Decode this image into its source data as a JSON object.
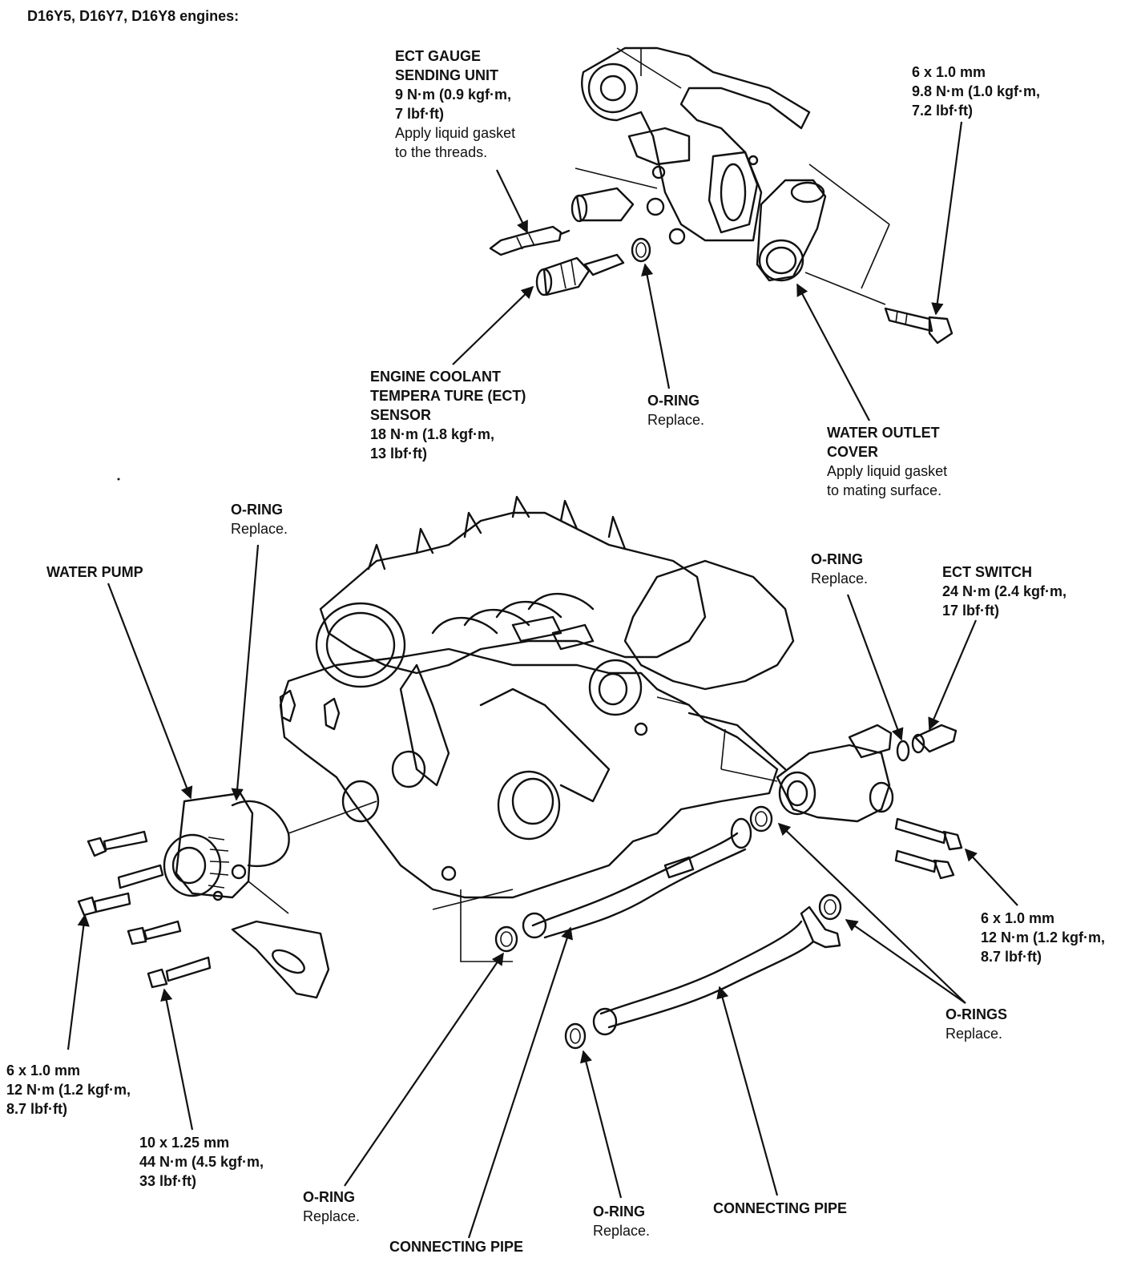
{
  "title": "D16Y5, D16Y7, D16Y8 engines:",
  "labels": {
    "ect_gauge": {
      "name_lines": [
        "ECT GAUGE",
        "SENDING UNIT"
      ],
      "spec_lines": [
        "9 N·m (0.9 kgf·m,",
        "7 lbf·ft)"
      ],
      "note_lines": [
        "Apply liquid gasket",
        "to the threads."
      ]
    },
    "bolt_top_right": {
      "spec_lines": [
        "6 x 1.0 mm",
        "9.8 N·m (1.0 kgf·m,",
        "7.2 lbf·ft)"
      ]
    },
    "ect_sensor": {
      "name_lines": [
        "ENGINE COOLANT",
        "TEMPERA TURE (ECT)",
        "SENSOR"
      ],
      "spec_lines": [
        "18 N·m (1.8 kgf·m,",
        "13 lbf·ft)"
      ]
    },
    "oring_top": {
      "name": "O-RING",
      "note": "Replace."
    },
    "water_outlet_cover": {
      "name_lines": [
        "WATER OUTLET",
        "COVER"
      ],
      "note_lines": [
        "Apply liquid gasket",
        "to mating surface."
      ]
    },
    "oring_pump": {
      "name": "O-RING",
      "note": "Replace."
    },
    "water_pump": {
      "name": "WATER PUMP"
    },
    "oring_switch": {
      "name": "O-RING",
      "note": "Replace."
    },
    "ect_switch": {
      "name": "ECT SWITCH",
      "spec_lines": [
        "24 N·m (2.4 kgf·m,",
        "17 lbf·ft)"
      ]
    },
    "bolt_right": {
      "spec_lines": [
        "6 x 1.0 mm",
        "12 N·m (1.2 kgf·m,",
        "8.7 lbf·ft)"
      ]
    },
    "orings_right": {
      "name": "O-RINGS",
      "note": "Replace."
    },
    "bolt_left": {
      "spec_lines": [
        "6 x 1.0 mm",
        "12 N·m (1.2 kgf·m,",
        "8.7 lbf·ft)"
      ]
    },
    "bolt_left_large": {
      "spec_lines": [
        "10 x 1.25 mm",
        "44 N·m (4.5 kgf·m,",
        "33 lbf·ft)"
      ]
    },
    "oring_bottom_left": {
      "name": "O-RING",
      "note": "Replace."
    },
    "connecting_pipe_left": {
      "name": "CONNECTING PIPE"
    },
    "oring_bottom_mid": {
      "name": "O-RING",
      "note": "Replace."
    },
    "connecting_pipe_right": {
      "name": "CONNECTING PIPE"
    }
  }
}
